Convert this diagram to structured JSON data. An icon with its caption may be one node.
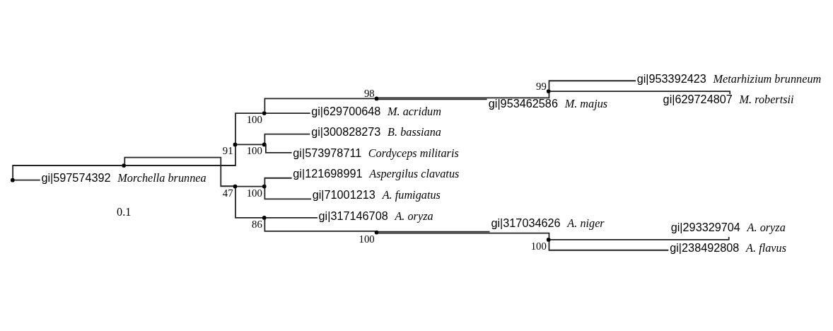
{
  "diagram": {
    "nodes": [
      {
        "text": [],
        "shape": "point"
      },
      {
        "text": [],
        "shape": "point"
      },
      {
        "text": [],
        "shape": "point",
        "beside": [
          "91"
        ]
      },
      {
        "text": [],
        "shape": "point",
        "beside": [
          "100"
        ]
      },
      {
        "text": [],
        "shape": "point",
        "beside": [
          "98"
        ]
      },
      {
        "text": [],
        "shape": "point",
        "beside": [
          "99"
        ]
      },
      {
        "text": [
          "gi|953392423",
          "Metarhizium brunneum"
        ]
      },
      {
        "text": [
          "gi|629724807",
          "M. robertsii"
        ]
      },
      {
        "text": [
          "gi|953462586",
          "M. majus"
        ]
      },
      {
        "text": [
          "gi|629700648",
          "M. acridum"
        ]
      },
      {
        "text": [],
        "shape": "point",
        "beside": [
          "100"
        ]
      },
      {
        "text": [
          "gi|300828273",
          "B. bassiana"
        ]
      },
      {
        "text": [
          "gi|573978711",
          "Cordyceps militaris"
        ]
      },
      {
        "text": [],
        "shape": "point",
        "beside": [
          "47"
        ]
      },
      {
        "text": [],
        "shape": "point",
        "beside": [
          "100"
        ]
      },
      {
        "text": [
          "gi|121698991",
          "Aspergilus clavatus"
        ]
      },
      {
        "text": [
          "gi|71001213",
          "A. fumigatus"
        ]
      },
      {
        "text": [],
        "shape": "point",
        "beside": [
          "86"
        ]
      },
      {
        "text": [
          "gi|317146708",
          "A. oryza"
        ]
      },
      {
        "text": [],
        "shape": "point",
        "beside": [
          "100"
        ]
      },
      {
        "text": [
          "gi|317034626",
          "A. niger"
        ]
      },
      {
        "text": [],
        "shape": "point",
        "beside": [
          "100"
        ]
      },
      {
        "text": [
          "gi|293329704",
          "A. oryza"
        ]
      },
      {
        "text": [
          "gi|238492808",
          "A. flavus"
        ]
      },
      {
        "text": [
          "gi|597574392",
          "Morchella brunnea"
        ]
      }
    ],
    "edges": [
      {
        "from": 0,
        "to": 1,
        "arrow": "none"
      },
      {
        "from": 1,
        "to": 2,
        "arrow": "none"
      },
      {
        "from": 2,
        "to": 3,
        "arrow": "none"
      },
      {
        "from": 3,
        "to": 4,
        "arrow": "none"
      },
      {
        "from": 4,
        "to": 5,
        "arrow": "none"
      },
      {
        "from": 5,
        "to": 6,
        "arrow": "none"
      },
      {
        "from": 5,
        "to": 7,
        "arrow": "none"
      },
      {
        "from": 4,
        "to": 8,
        "arrow": "none"
      },
      {
        "from": 3,
        "to": 9,
        "arrow": "none"
      },
      {
        "from": 2,
        "to": 10,
        "arrow": "none"
      },
      {
        "from": 10,
        "to": 11,
        "arrow": "none"
      },
      {
        "from": 10,
        "to": 12,
        "arrow": "none"
      },
      {
        "from": 1,
        "to": 13,
        "arrow": "none"
      },
      {
        "from": 13,
        "to": 14,
        "arrow": "none"
      },
      {
        "from": 14,
        "to": 15,
        "arrow": "none"
      },
      {
        "from": 14,
        "to": 16,
        "arrow": "none"
      },
      {
        "from": 13,
        "to": 17,
        "arrow": "none"
      },
      {
        "from": 17,
        "to": 18,
        "arrow": "none"
      },
      {
        "from": 17,
        "to": 19,
        "arrow": "none"
      },
      {
        "from": 19,
        "to": 20,
        "arrow": "none"
      },
      {
        "from": 19,
        "to": 21,
        "arrow": "none"
      },
      {
        "from": 21,
        "to": 22,
        "arrow": "none"
      },
      {
        "from": 21,
        "to": 23,
        "arrow": "none"
      },
      {
        "from": 0,
        "to": 24,
        "arrow": "none"
      }
    ],
    "labels": [
      "0.1"
    ]
  }
}
